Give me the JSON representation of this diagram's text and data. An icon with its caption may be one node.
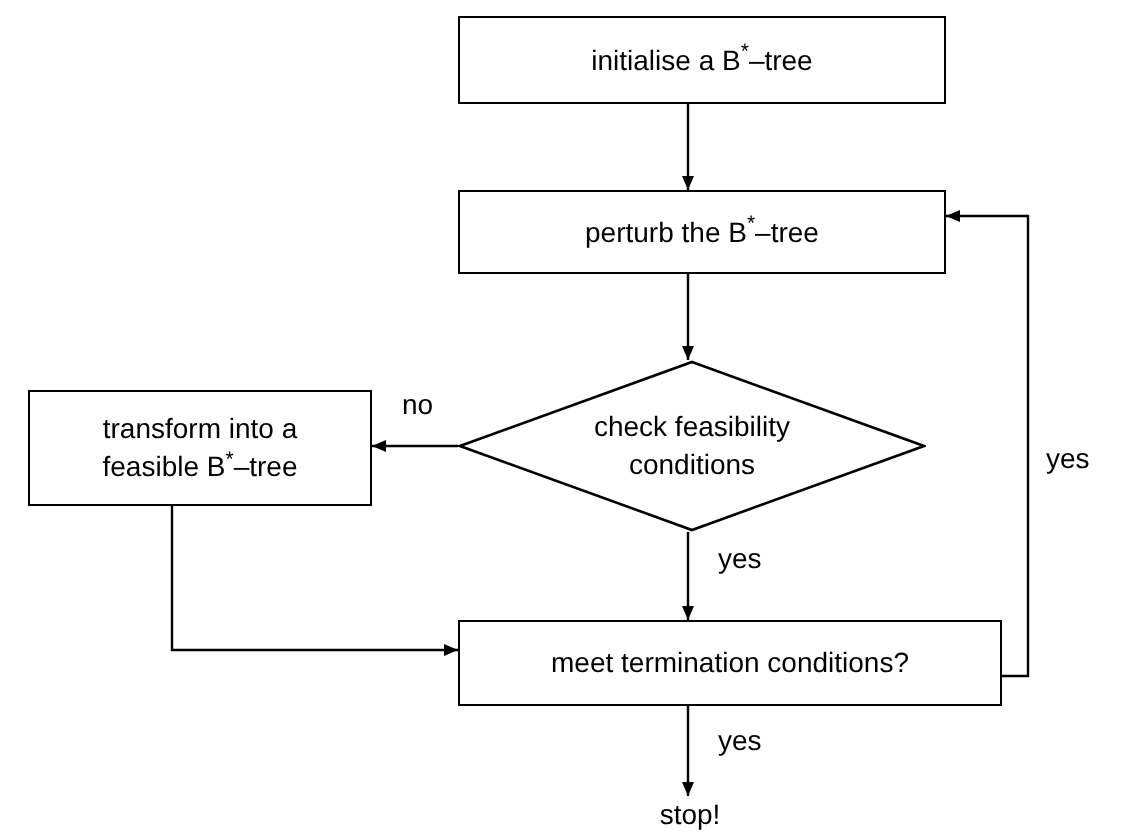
{
  "diagram": {
    "nodes": [
      {
        "text": [
          "initialise a B$^{*}$–tree"
        ]
      },
      {
        "text": [
          "perturb the B$^{*}$–tree"
        ]
      },
      {
        "text": [
          "check feasibility conditions"
        ]
      },
      {
        "text": [
          "transform into a feasible B$^{*}$–tree"
        ]
      },
      {
        "text": [
          "meet termination conditions?"
        ]
      },
      {
        "text": [
          "stop!"
        ]
      }
    ],
    "edges": [
      {
        "from": 0,
        "to": 1,
        "arrow": "to"
      },
      {
        "from": 1,
        "to": 2,
        "arrow": "to"
      },
      {
        "from": 2,
        "to": 3,
        "arrow": "to",
        "label": "no"
      },
      {
        "from": 3,
        "to": 4,
        "arrow": "to"
      },
      {
        "from": 2,
        "to": 4,
        "arrow": "to",
        "label": "yes"
      },
      {
        "from": 4,
        "to": 1,
        "arrow": "to",
        "label": "yes"
      },
      {
        "from": 4,
        "to": 5,
        "arrow": "to",
        "label": "yes"
      }
    ]
  }
}
